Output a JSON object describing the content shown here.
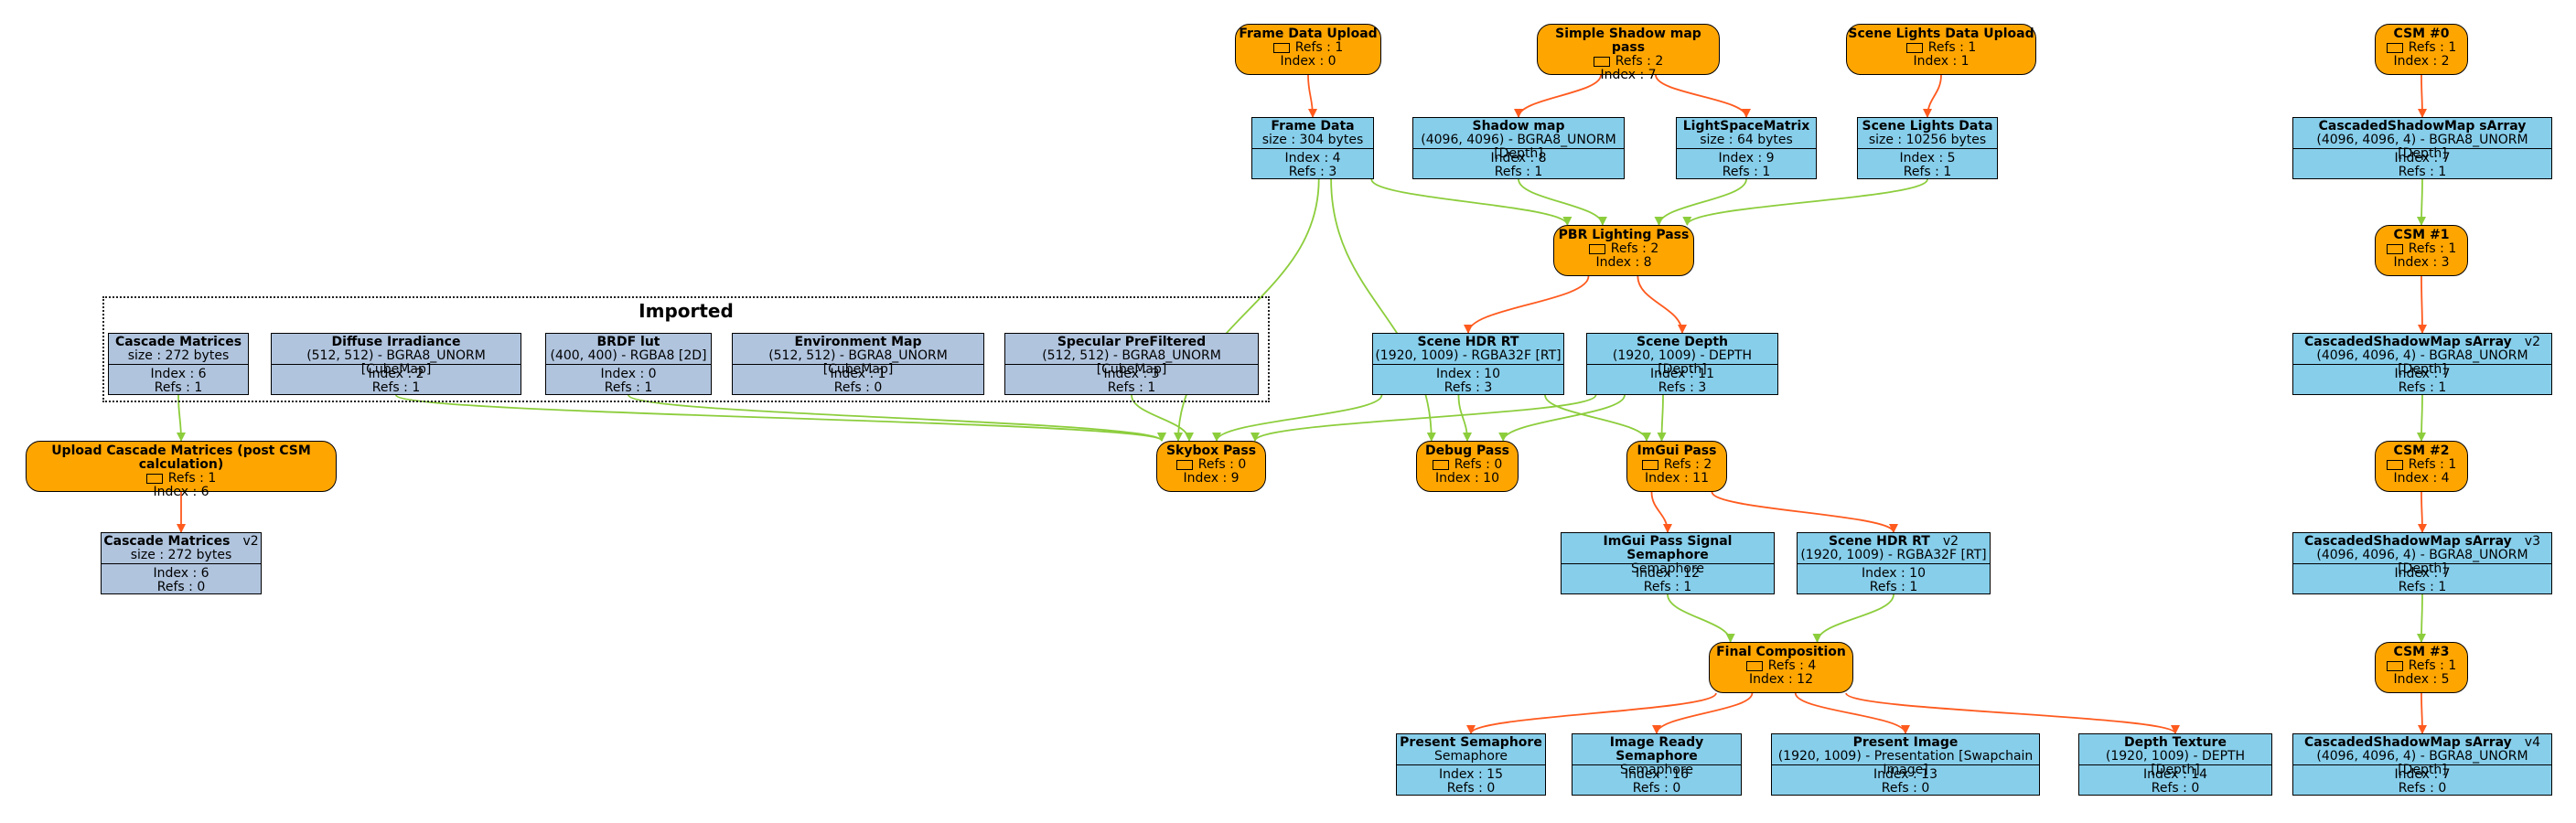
{
  "colors": {
    "pass": "#ffa500",
    "transient_resource": "#87ceeb",
    "imported_resource": "#b0c4de",
    "write_edge": "#ff5a1e",
    "read_edge": "#8ccd3c"
  },
  "groups": [
    {
      "id": "imported",
      "label": "Imported"
    }
  ],
  "passes": [
    {
      "id": "frame_upload",
      "title": "Frame Data Upload",
      "refs": "Refs : 1",
      "index": "Index : 0"
    },
    {
      "id": "shadow_pass",
      "title": "Simple Shadow map pass",
      "refs": "Refs : 2",
      "index": "Index : 7"
    },
    {
      "id": "lights_upload",
      "title": "Scene Lights Data Upload",
      "refs": "Refs : 1",
      "index": "Index : 1"
    },
    {
      "id": "pbr",
      "title": "PBR Lighting Pass",
      "refs": "Refs : 2",
      "index": "Index : 8"
    },
    {
      "id": "upload_cascade",
      "title": "Upload Cascade Matrices (post CSM calculation)",
      "refs": "Refs : 1",
      "index": "Index : 6"
    },
    {
      "id": "skybox",
      "title": "Skybox Pass",
      "refs": "Refs : 0",
      "index": "Index : 9"
    },
    {
      "id": "debug",
      "title": "Debug Pass",
      "refs": "Refs : 0",
      "index": "Index : 10"
    },
    {
      "id": "imgui",
      "title": "ImGui Pass",
      "refs": "Refs : 2",
      "index": "Index : 11"
    },
    {
      "id": "final",
      "title": "Final Composition",
      "refs": "Refs : 4",
      "index": "Index : 12"
    },
    {
      "id": "csm0",
      "title": "CSM #0",
      "refs": "Refs : 1",
      "index": "Index : 2"
    },
    {
      "id": "csm1",
      "title": "CSM #1",
      "refs": "Refs : 1",
      "index": "Index : 3"
    },
    {
      "id": "csm2",
      "title": "CSM #2",
      "refs": "Refs : 1",
      "index": "Index : 4"
    },
    {
      "id": "csm3",
      "title": "CSM #3",
      "refs": "Refs : 1",
      "index": "Index : 5"
    }
  ],
  "resources": [
    {
      "id": "frame_data",
      "kind": "transient",
      "title": "Frame Data",
      "version": "",
      "desc": "size : 304 bytes",
      "index": "Index : 4",
      "refs": "Refs : 3"
    },
    {
      "id": "shadow_map",
      "kind": "transient",
      "title": "Shadow map",
      "version": "",
      "desc": "(4096, 4096) - BGRA8_UNORM [Depth]",
      "index": "Index : 8",
      "refs": "Refs : 1"
    },
    {
      "id": "lsm",
      "kind": "transient",
      "title": "LightSpaceMatrix",
      "version": "",
      "desc": "size : 64 bytes",
      "index": "Index : 9",
      "refs": "Refs : 1"
    },
    {
      "id": "scene_lights",
      "kind": "transient",
      "title": "Scene Lights Data",
      "version": "",
      "desc": "size : 10256 bytes",
      "index": "Index : 5",
      "refs": "Refs : 1"
    },
    {
      "id": "cascade_mat",
      "kind": "imported",
      "title": "Cascade Matrices",
      "version": "",
      "desc": "size : 272 bytes",
      "index": "Index : 6",
      "refs": "Refs : 1"
    },
    {
      "id": "diffuse_irr",
      "kind": "imported",
      "title": "Diffuse Irradiance",
      "version": "",
      "desc": "(512, 512) - BGRA8_UNORM [CubeMap]",
      "index": "Index : 2",
      "refs": "Refs : 1"
    },
    {
      "id": "brdf",
      "kind": "imported",
      "title": "BRDF lut",
      "version": "",
      "desc": "(400, 400) - RGBA8 [2D]",
      "index": "Index : 0",
      "refs": "Refs : 1"
    },
    {
      "id": "env_map",
      "kind": "imported",
      "title": "Environment Map",
      "version": "",
      "desc": "(512, 512) - BGRA8_UNORM [CubeMap]",
      "index": "Index : 1",
      "refs": "Refs : 0"
    },
    {
      "id": "spec_pref",
      "kind": "imported",
      "title": "Specular PreFiltered",
      "version": "",
      "desc": "(512, 512) - BGRA8_UNORM [CubeMap]",
      "index": "Index : 3",
      "refs": "Refs : 1"
    },
    {
      "id": "scene_hdr",
      "kind": "transient",
      "title": "Scene HDR RT",
      "version": "",
      "desc": "(1920, 1009) - RGBA32F [RT]",
      "index": "Index : 10",
      "refs": "Refs : 3"
    },
    {
      "id": "scene_depth",
      "kind": "transient",
      "title": "Scene Depth",
      "version": "",
      "desc": "(1920, 1009) - DEPTH [Depth]",
      "index": "Index : 11",
      "refs": "Refs : 3"
    },
    {
      "id": "cascade_mat_v2",
      "kind": "imported",
      "title": "Cascade Matrices",
      "version": "v2",
      "desc": "size : 272 bytes",
      "index": "Index : 6",
      "refs": "Refs : 0"
    },
    {
      "id": "imgui_sem",
      "kind": "transient",
      "title": "ImGui Pass Signal Semaphore",
      "version": "",
      "desc": "Semaphore",
      "index": "Index : 12",
      "refs": "Refs : 1"
    },
    {
      "id": "scene_hdr_v2",
      "kind": "transient",
      "title": "Scene HDR RT",
      "version": "v2",
      "desc": "(1920, 1009) - RGBA32F [RT]",
      "index": "Index : 10",
      "refs": "Refs : 1"
    },
    {
      "id": "present_sem",
      "kind": "transient",
      "title": "Present Semaphore",
      "version": "",
      "desc": "Semaphore",
      "index": "Index : 15",
      "refs": "Refs : 0"
    },
    {
      "id": "image_ready_sem",
      "kind": "transient",
      "title": "Image Ready Semaphore",
      "version": "",
      "desc": "Semaphore",
      "index": "Index : 16",
      "refs": "Refs : 0"
    },
    {
      "id": "present_image",
      "kind": "transient",
      "title": "Present Image",
      "version": "",
      "desc": "(1920, 1009) - Presentation [Swapchain Image]",
      "index": "Index : 13",
      "refs": "Refs : 0"
    },
    {
      "id": "depth_tex",
      "kind": "transient",
      "title": "Depth Texture",
      "version": "",
      "desc": "(1920, 1009) - DEPTH [Depth]",
      "index": "Index : 14",
      "refs": "Refs : 0"
    },
    {
      "id": "csm_arr",
      "kind": "transient",
      "title": "CascadedShadowMap sArray",
      "version": "",
      "desc": "(4096, 4096, 4) - BGRA8_UNORM [Depth]",
      "index": "Index : 7",
      "refs": "Refs : 1"
    },
    {
      "id": "csm_arr_v2",
      "kind": "transient",
      "title": "CascadedShadowMap sArray",
      "version": "v2",
      "desc": "(4096, 4096, 4) - BGRA8_UNORM [Depth]",
      "index": "Index : 7",
      "refs": "Refs : 1"
    },
    {
      "id": "csm_arr_v3",
      "kind": "transient",
      "title": "CascadedShadowMap sArray",
      "version": "v3",
      "desc": "(4096, 4096, 4) - BGRA8_UNORM [Depth]",
      "index": "Index : 7",
      "refs": "Refs : 1"
    },
    {
      "id": "csm_arr_v4",
      "kind": "transient",
      "title": "CascadedShadowMap sArray",
      "version": "v4",
      "desc": "(4096, 4096, 4) - BGRA8_UNORM [Depth]",
      "index": "Index : 7",
      "refs": "Refs : 0"
    }
  ],
  "edges": [
    {
      "from": "frame_upload",
      "to": "frame_data",
      "type": "write"
    },
    {
      "from": "shadow_pass",
      "to": "shadow_map",
      "type": "write"
    },
    {
      "from": "shadow_pass",
      "to": "lsm",
      "type": "write"
    },
    {
      "from": "lights_upload",
      "to": "scene_lights",
      "type": "write"
    },
    {
      "from": "frame_data",
      "to": "pbr",
      "type": "read"
    },
    {
      "from": "shadow_map",
      "to": "pbr",
      "type": "read"
    },
    {
      "from": "lsm",
      "to": "pbr",
      "type": "read"
    },
    {
      "from": "scene_lights",
      "to": "pbr",
      "type": "read"
    },
    {
      "from": "pbr",
      "to": "scene_hdr",
      "type": "write"
    },
    {
      "from": "pbr",
      "to": "scene_depth",
      "type": "write"
    },
    {
      "from": "cascade_mat",
      "to": "upload_cascade",
      "type": "read"
    },
    {
      "from": "upload_cascade",
      "to": "cascade_mat_v2",
      "type": "write"
    },
    {
      "from": "diffuse_irr",
      "to": "skybox",
      "type": "read"
    },
    {
      "from": "brdf",
      "to": "skybox",
      "type": "read"
    },
    {
      "from": "spec_pref",
      "to": "skybox",
      "type": "read"
    },
    {
      "from": "frame_data",
      "to": "skybox",
      "type": "read"
    },
    {
      "from": "frame_data",
      "to": "debug",
      "type": "read"
    },
    {
      "from": "scene_hdr",
      "to": "skybox",
      "type": "read"
    },
    {
      "from": "scene_hdr",
      "to": "debug",
      "type": "read"
    },
    {
      "from": "scene_hdr",
      "to": "imgui",
      "type": "read"
    },
    {
      "from": "scene_depth",
      "to": "skybox",
      "type": "read"
    },
    {
      "from": "scene_depth",
      "to": "debug",
      "type": "read"
    },
    {
      "from": "scene_depth",
      "to": "imgui",
      "type": "read"
    },
    {
      "from": "imgui",
      "to": "imgui_sem",
      "type": "write"
    },
    {
      "from": "imgui",
      "to": "scene_hdr_v2",
      "type": "write"
    },
    {
      "from": "imgui_sem",
      "to": "final",
      "type": "read"
    },
    {
      "from": "scene_hdr_v2",
      "to": "final",
      "type": "read"
    },
    {
      "from": "final",
      "to": "present_sem",
      "type": "write"
    },
    {
      "from": "final",
      "to": "image_ready_sem",
      "type": "write"
    },
    {
      "from": "final",
      "to": "present_image",
      "type": "write"
    },
    {
      "from": "final",
      "to": "depth_tex",
      "type": "write"
    },
    {
      "from": "csm0",
      "to": "csm_arr",
      "type": "write"
    },
    {
      "from": "csm_arr",
      "to": "csm1",
      "type": "read"
    },
    {
      "from": "csm1",
      "to": "csm_arr_v2",
      "type": "write"
    },
    {
      "from": "csm_arr_v2",
      "to": "csm2",
      "type": "read"
    },
    {
      "from": "csm2",
      "to": "csm_arr_v3",
      "type": "write"
    },
    {
      "from": "csm_arr_v3",
      "to": "csm3",
      "type": "read"
    },
    {
      "from": "csm3",
      "to": "csm_arr_v4",
      "type": "write"
    }
  ]
}
